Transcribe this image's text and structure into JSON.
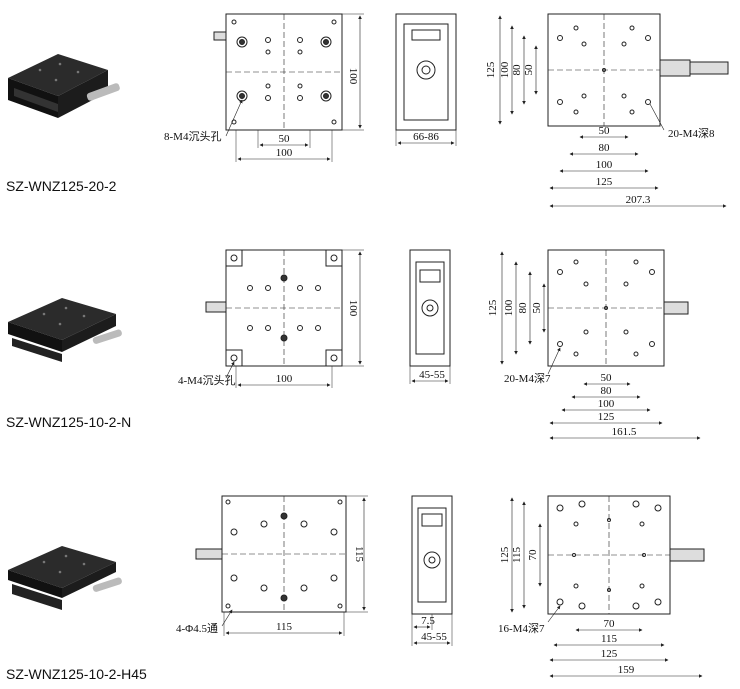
{
  "rows": [
    {
      "model": "SZ-WNZ125-20-2",
      "top_view": {
        "hole_note": "8-M4沉头孔",
        "dim_inner": "50",
        "dim_width": "100",
        "dim_height": "100"
      },
      "side_view": {
        "dim_height_range": "66-86"
      },
      "bottom_view": {
        "hole_note": "20-M4深8",
        "v_dims": [
          "125",
          "100",
          "80",
          "50"
        ],
        "h_dims": [
          "50",
          "80",
          "100",
          "125",
          "207.3"
        ]
      }
    },
    {
      "model": "SZ-WNZ125-10-2-N",
      "top_view": {
        "hole_note": "4-M4沉头孔",
        "dim_width": "100",
        "dim_height": "100"
      },
      "side_view": {
        "dim_height_range": "45-55"
      },
      "bottom_view": {
        "hole_note": "20-M4深7",
        "v_dims": [
          "125",
          "100",
          "80",
          "50"
        ],
        "h_dims": [
          "50",
          "80",
          "100",
          "125",
          "161.5"
        ]
      }
    },
    {
      "model": "SZ-WNZ125-10-2-H45",
      "top_view": {
        "hole_note": "4-Φ4.5通",
        "dim_width": "115",
        "dim_height": "115"
      },
      "side_view": {
        "dim_top": "7.5",
        "dim_height_range": "45-55"
      },
      "bottom_view": {
        "hole_note": "16-M4深7",
        "v_dims": [
          "125",
          "115",
          "70"
        ],
        "h_dims": [
          "70",
          "115",
          "125",
          "159"
        ]
      }
    }
  ]
}
